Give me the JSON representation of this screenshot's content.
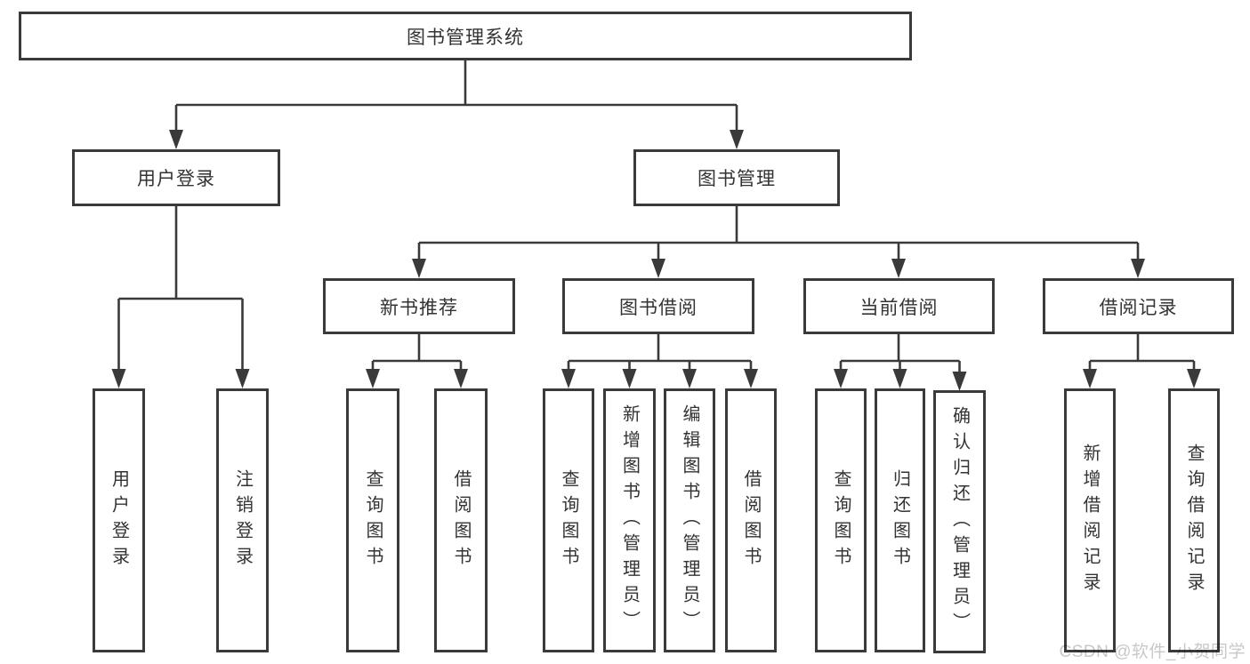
{
  "tree": {
    "label": "图书管理系统",
    "children": [
      {
        "label": "用户登录",
        "children": [
          {
            "label": "用户登录"
          },
          {
            "label": "注销登录"
          }
        ]
      },
      {
        "label": "图书管理",
        "children": [
          {
            "label": "新书推荐",
            "children": [
              {
                "label": "查询图书"
              },
              {
                "label": "借阅图书"
              }
            ]
          },
          {
            "label": "图书借阅",
            "children": [
              {
                "label": "查询图书"
              },
              {
                "label": "新增图书（管理员）"
              },
              {
                "label": "编辑图书（管理员）"
              },
              {
                "label": "借阅图书"
              }
            ]
          },
          {
            "label": "当前借阅",
            "children": [
              {
                "label": "查询图书"
              },
              {
                "label": "归还图书"
              },
              {
                "label": "确认归还（管理员）"
              }
            ]
          },
          {
            "label": "借阅记录",
            "children": [
              {
                "label": "新增借阅记录"
              },
              {
                "label": "查询借阅记录"
              }
            ]
          }
        ]
      }
    ]
  },
  "watermark": "CSDN @软件_小贺同学",
  "colors": {
    "line": "#3a3a3a",
    "text": "#333333",
    "background": "#ffffff",
    "watermark": "#c8c8c8"
  }
}
